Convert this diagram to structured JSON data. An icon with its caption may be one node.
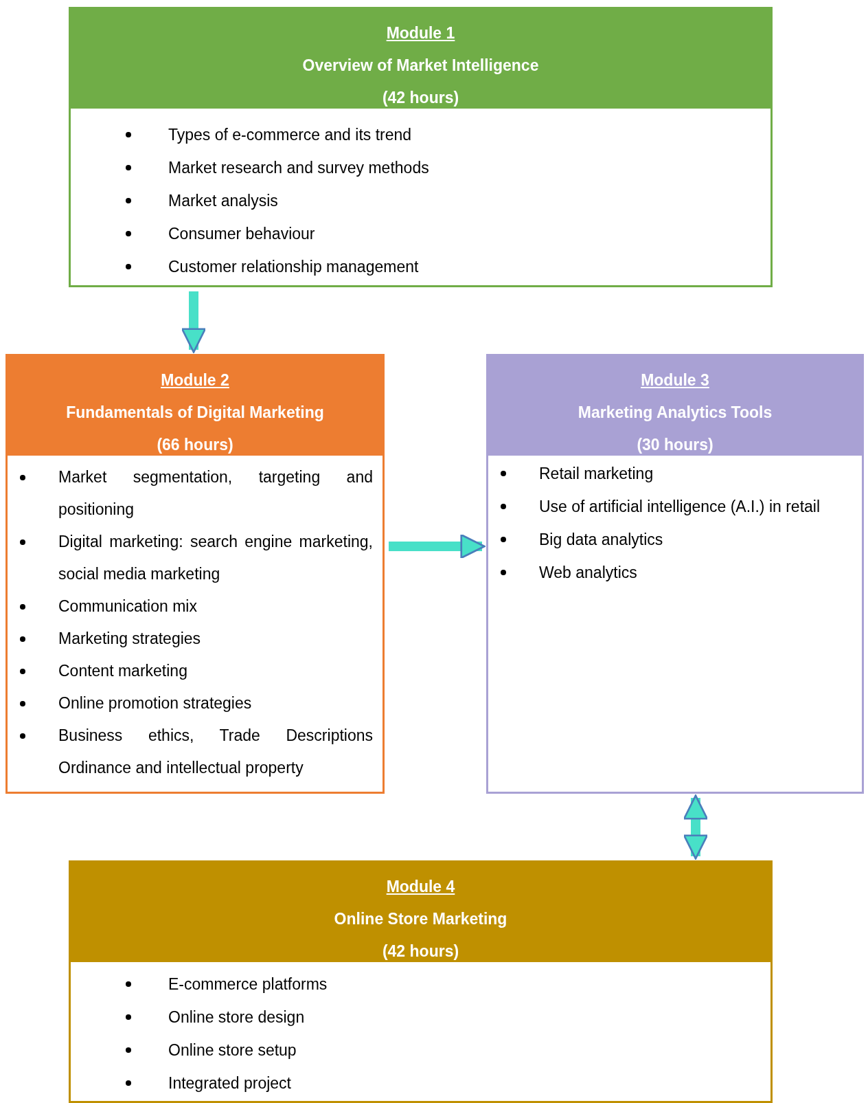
{
  "diagram": {
    "nodes": [
      {
        "text": [
          "Module 1",
          "Overview of Market Intelligence",
          "(42 hours)",
          "Types of e-commerce and its trend",
          "Market research and survey methods",
          "Market analysis",
          "Consumer behaviour",
          "Customer relationship management"
        ]
      },
      {
        "text": [
          "Module 2",
          "Fundamentals of Digital Marketing",
          "(66 hours)",
          "Market segmentation, targeting and positioning",
          "Digital marketing: search engine marketing, social media marketing",
          "Communication mix",
          "Marketing strategies",
          "Content marketing",
          "Online promotion strategies",
          "Business ethics, Trade Descriptions Ordinance and intellectual property"
        ]
      },
      {
        "text": [
          "Module 3",
          "Marketing Analytics Tools",
          "(30 hours)",
          "Retail marketing",
          "Use of artificial intelligence (A.I.) in retail",
          "Big data analytics",
          "Web analytics"
        ]
      },
      {
        "text": [
          "Module 4",
          "Online Store Marketing",
          "(42 hours)",
          "E-commerce platforms",
          "Online store design",
          "Online store setup",
          "Integrated project"
        ]
      }
    ],
    "edges": [
      {
        "from": 0,
        "to": 1,
        "arrow": "to"
      },
      {
        "from": 1,
        "to": 2,
        "arrow": "to"
      },
      {
        "from": 2,
        "to": 3,
        "arrow": "both"
      }
    ]
  }
}
